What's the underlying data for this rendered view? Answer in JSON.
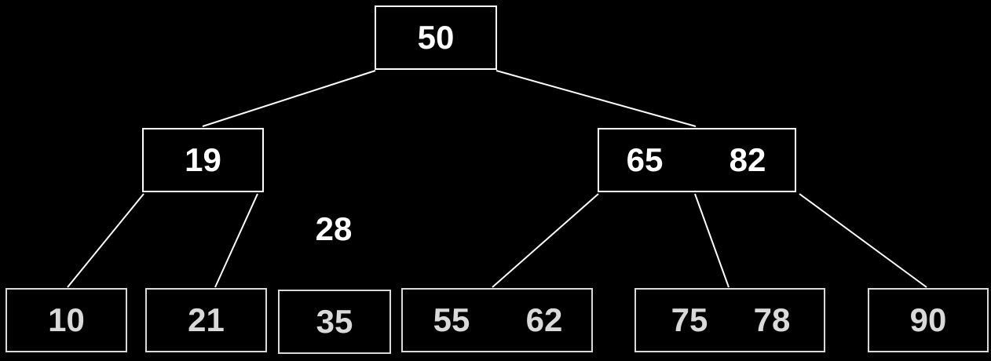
{
  "colors": {
    "background": "#000000",
    "line": "#ffffff",
    "text_bright": "#ffffff",
    "text_dim": "#d9d9d9"
  },
  "tree": {
    "root": {
      "keys": [
        "50"
      ]
    },
    "level1": {
      "left": {
        "keys": [
          "19"
        ]
      },
      "right": {
        "keys": [
          "65",
          "82"
        ]
      }
    },
    "floating_key": "28",
    "leaves": [
      {
        "keys": [
          "10"
        ]
      },
      {
        "keys": [
          "21"
        ]
      },
      {
        "keys": [
          "35"
        ]
      },
      {
        "keys": [
          "55",
          "62"
        ]
      },
      {
        "keys": [
          "75",
          "78"
        ]
      },
      {
        "keys": [
          "90"
        ]
      }
    ]
  }
}
